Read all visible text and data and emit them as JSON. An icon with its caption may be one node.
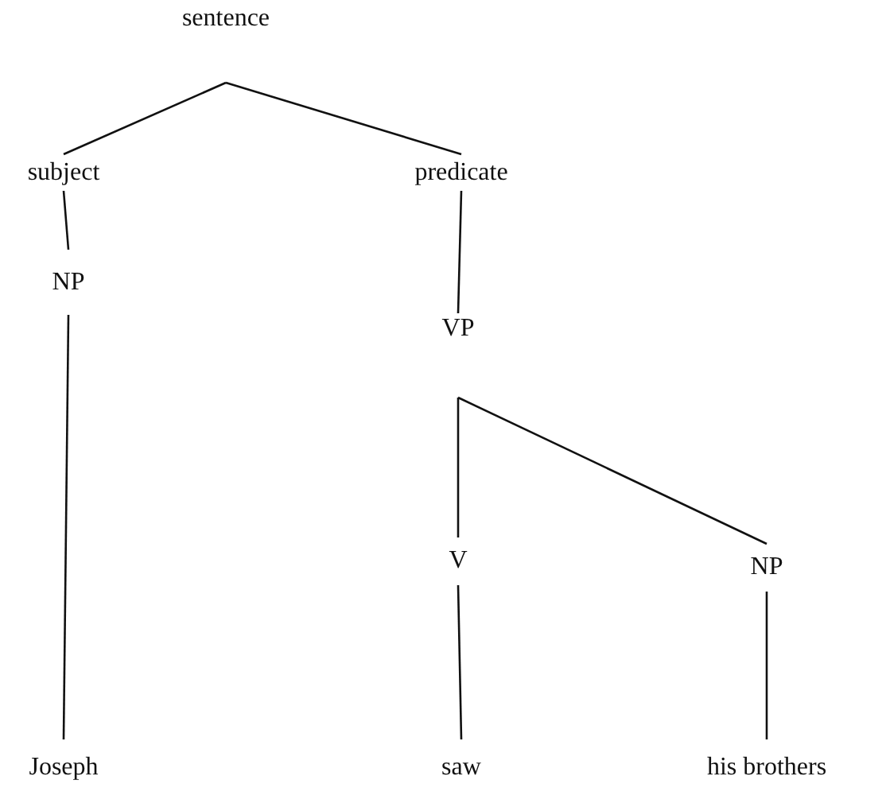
{
  "diagram": {
    "nodes": [
      {
        "text": [
          "sentence"
        ]
      },
      {
        "text": [
          "subject"
        ]
      },
      {
        "text": [
          "predicate"
        ]
      },
      {
        "text": [
          "NP"
        ]
      },
      {
        "text": [
          "VP"
        ]
      },
      {
        "text": [
          "V"
        ]
      },
      {
        "text": [
          "NP"
        ]
      },
      {
        "text": [
          "Joseph"
        ]
      },
      {
        "text": [
          "saw"
        ]
      },
      {
        "text": [
          "his brothers"
        ]
      }
    ],
    "edges": [
      {
        "from": 0,
        "to": 1,
        "arrow": "none"
      },
      {
        "from": 0,
        "to": 2,
        "arrow": "none"
      },
      {
        "from": 1,
        "to": 3,
        "arrow": "none"
      },
      {
        "from": 2,
        "to": 4,
        "arrow": "none"
      },
      {
        "from": 3,
        "to": 7,
        "arrow": "none"
      },
      {
        "from": 4,
        "to": 5,
        "arrow": "none"
      },
      {
        "from": 4,
        "to": 6,
        "arrow": "none"
      },
      {
        "from": 5,
        "to": 8,
        "arrow": "none"
      },
      {
        "from": 6,
        "to": 9,
        "arrow": "none"
      }
    ]
  }
}
